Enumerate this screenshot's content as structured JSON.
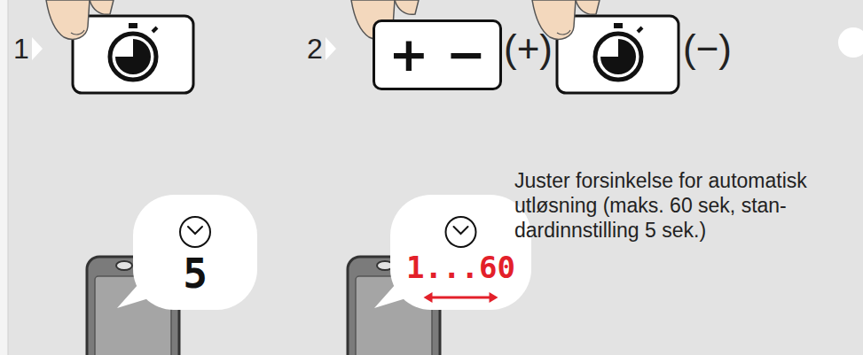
{
  "diagram": {
    "nodes": [
      {
        "text": [
          "+ −"
        ]
      },
      {
        "text": [
          "5"
        ]
      },
      {
        "text": [
          "1...60"
        ]
      }
    ],
    "labels": [
      "1",
      "2",
      "(+)",
      "(−)",
      "Juster forsinkelse for automatisk utløsning (maks. 60 sek, stan-dardinnstilling 5 sek.)"
    ]
  }
}
